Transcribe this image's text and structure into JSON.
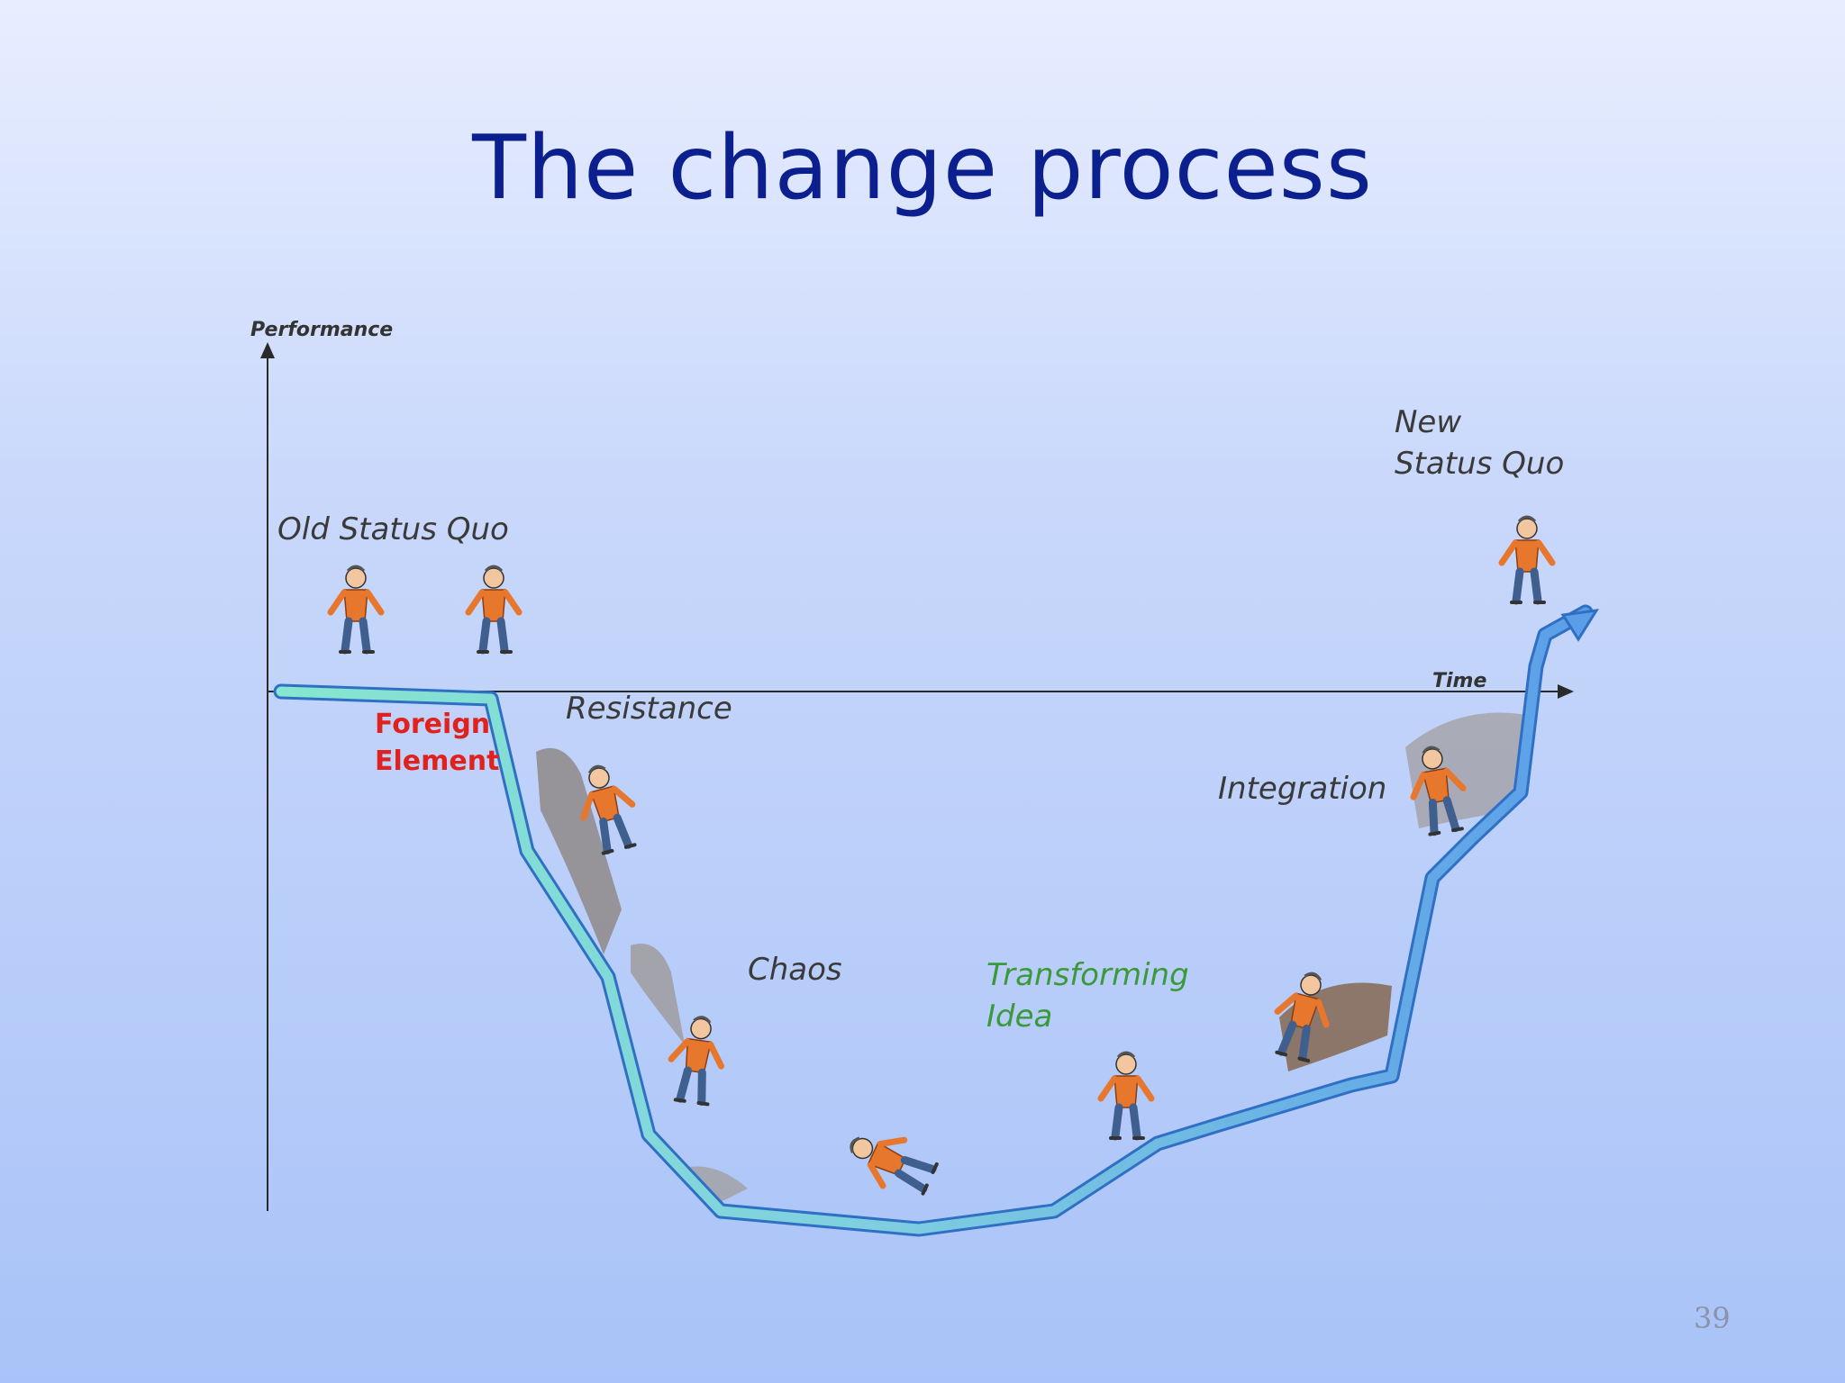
{
  "slide": {
    "title": "The change process",
    "page_number": "39"
  },
  "diagram": {
    "axes": {
      "y_label": "Performance",
      "x_label": "Time"
    },
    "stages": {
      "old_status_quo": "Old Status Quo",
      "foreign_element_line1": "Foreign",
      "foreign_element_line2": "Element",
      "resistance": "Resistance",
      "chaos": "Chaos",
      "transforming_idea_line1": "Transforming",
      "transforming_idea_line2": "Idea",
      "integration": "Integration",
      "new_status_quo_line1": "New",
      "new_status_quo_line2": "Status Quo"
    },
    "colors": {
      "title": "#0c1f8f",
      "foreign_element": "#e0211d",
      "transforming_idea": "#3a9a3a",
      "path_start": "#7fe0cc",
      "path_end": "#5b9ee8",
      "figure_shirt": "#e8772e",
      "figure_pants": "#3f5f8f"
    }
  }
}
